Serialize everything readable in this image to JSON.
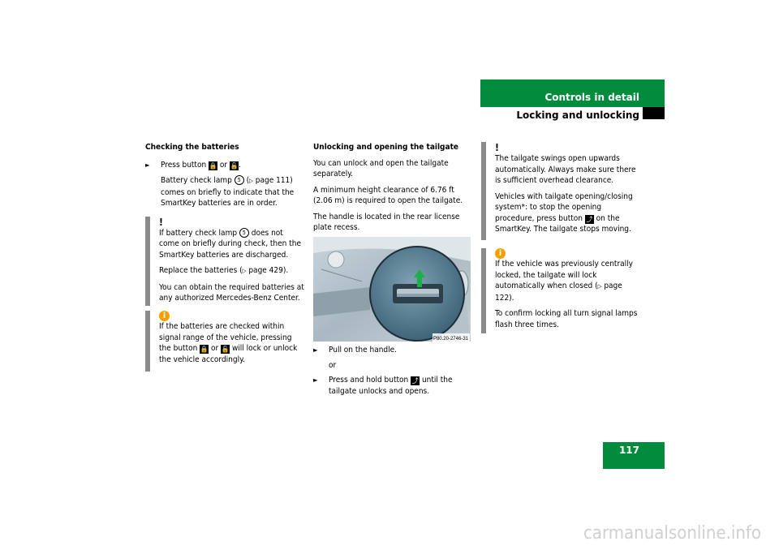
{
  "header": {
    "section": "Controls in detail",
    "subsection": "Locking and unlocking",
    "page_number": "117"
  },
  "left": {
    "heading": "Checking the batteries",
    "step": {
      "pre": "Press button",
      "or": "or",
      "end": "."
    },
    "result": {
      "t1": "Battery check lamp",
      "num": "5",
      "t2": "(",
      "page": "page 111)",
      "t3": "comes on briefly to indicate that the SmartKey batteries are in order."
    },
    "warning": {
      "mark": "!",
      "p1a": "If battery check lamp",
      "p1num": "5",
      "p1b": "does not come on briefly during check, then the SmartKey batteries are discharged.",
      "p2a": "Replace the batteries (",
      "p2b": "page 429).",
      "p3": "You can obtain the required batteries at any authorized Mercedes-Benz Center."
    },
    "info": {
      "icon": "i",
      "pa": "If the batteries are checked within signal range of the vehicle, pressing the button",
      "por": "or",
      "pb": "will lock or unlock the vehicle accordingly."
    }
  },
  "middle": {
    "heading": "Unlocking and opening the tailgate",
    "p1": "You can unlock and open the tailgate separately.",
    "p2": "A minimum height clearance of 6.76 ft (2.06 m) is required to open the tailgate.",
    "p3": "The handle is located in the rear license plate recess.",
    "figure_code": "P80.20-2746-31",
    "step1": "Pull on the handle.",
    "or": "or",
    "step2a": "Press and hold button",
    "step2b": "until the tailgate unlocks and opens."
  },
  "right": {
    "warning": {
      "mark": "!",
      "p1": "The tailgate swings open upwards automatically. Always make sure there is sufficient overhead clearance.",
      "p2a": "Vehicles with tailgate opening/closing system*: to stop the opening procedure, press button",
      "p2b": "on the SmartKey. The tailgate stops moving."
    },
    "info": {
      "icon": "i",
      "p1a": "If the vehicle was previously centrally locked, the tailgate will lock automatically when closed (",
      "p1b": "page 122).",
      "p2": "To confirm locking all turn signal lamps flash three times."
    }
  },
  "watermark": "carmanualsonline.info",
  "colors": {
    "accent_green": "#008c3c",
    "info_orange": "#f5a000",
    "note_bar": "#8a8a8a"
  }
}
